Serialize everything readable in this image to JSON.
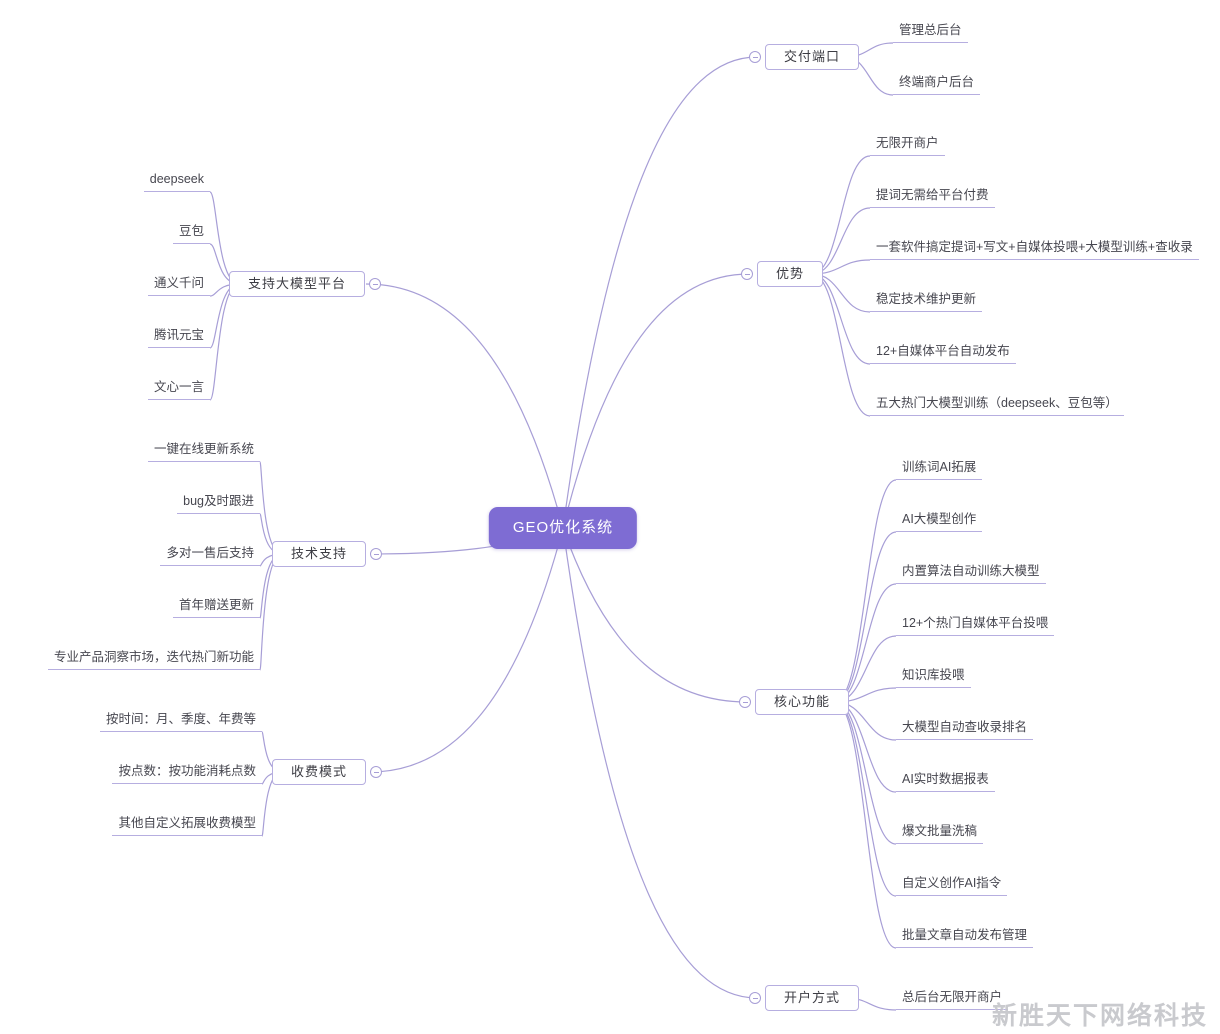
{
  "title": "GEO优化系统",
  "watermark": "新胜天下网络科技",
  "colors": {
    "accent": "#7e6cd3",
    "line": "#a79ed6",
    "node_border": "#b6aee0"
  },
  "branches": [
    {
      "label": "支持大模型平台",
      "side": "left",
      "children": [
        "deepseek",
        "豆包",
        "通义千问",
        "腾讯元宝",
        "文心一言"
      ]
    },
    {
      "label": "技术支持",
      "side": "left",
      "children": [
        "一键在线更新系统",
        "bug及时跟进",
        "多对一售后支持",
        "首年赠送更新",
        "专业产品洞察市场，迭代热门新功能"
      ]
    },
    {
      "label": "收费模式",
      "side": "left",
      "children": [
        "按时间：月、季度、年费等",
        "按点数：按功能消耗点数",
        "其他自定义拓展收费模型"
      ]
    },
    {
      "label": "交付端口",
      "side": "right",
      "children": [
        "管理总后台",
        "终端商户后台"
      ]
    },
    {
      "label": "优势",
      "side": "right",
      "children": [
        "无限开商户",
        "提词无需给平台付费",
        "一套软件搞定提词+写文+自媒体投喂+大模型训练+查收录",
        "稳定技术维护更新",
        "12+自媒体平台自动发布",
        "五大热门大模型训练（deepseek、豆包等）"
      ]
    },
    {
      "label": "核心功能",
      "side": "right",
      "children": [
        "训练词AI拓展",
        "AI大模型创作",
        "内置算法自动训练大模型",
        "12+个热门自媒体平台投喂",
        "知识库投喂",
        "大模型自动查收录排名",
        "AI实时数据报表",
        "爆文批量洗稿",
        "自定义创作AI指令",
        "批量文章自动发布管理"
      ]
    },
    {
      "label": "开户方式",
      "side": "right",
      "children": [
        "总后台无限开商户"
      ]
    }
  ]
}
